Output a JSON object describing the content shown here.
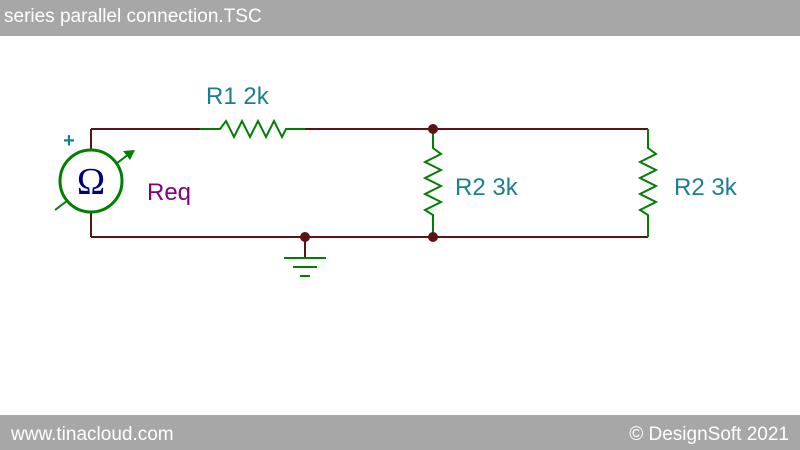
{
  "window": {
    "title": "series parallel connection.TSC"
  },
  "footer": {
    "site": "www.tinacloud.com",
    "copyright": "© DesignSoft 2021"
  },
  "circuit": {
    "meter": {
      "symbol": "Ω",
      "label": "Req",
      "polarity": "+"
    },
    "r1_label": "R1 2k",
    "r2a_label": "R2 3k",
    "r2b_label": "R2 3k"
  },
  "colors": {
    "wire": "#5a1414",
    "component": "#008000",
    "component_label": "#1a7f8e",
    "meter_label": "#800080",
    "meter_symbol": "#000080",
    "node": "#5a1414",
    "bar": "#a7a7a7"
  }
}
